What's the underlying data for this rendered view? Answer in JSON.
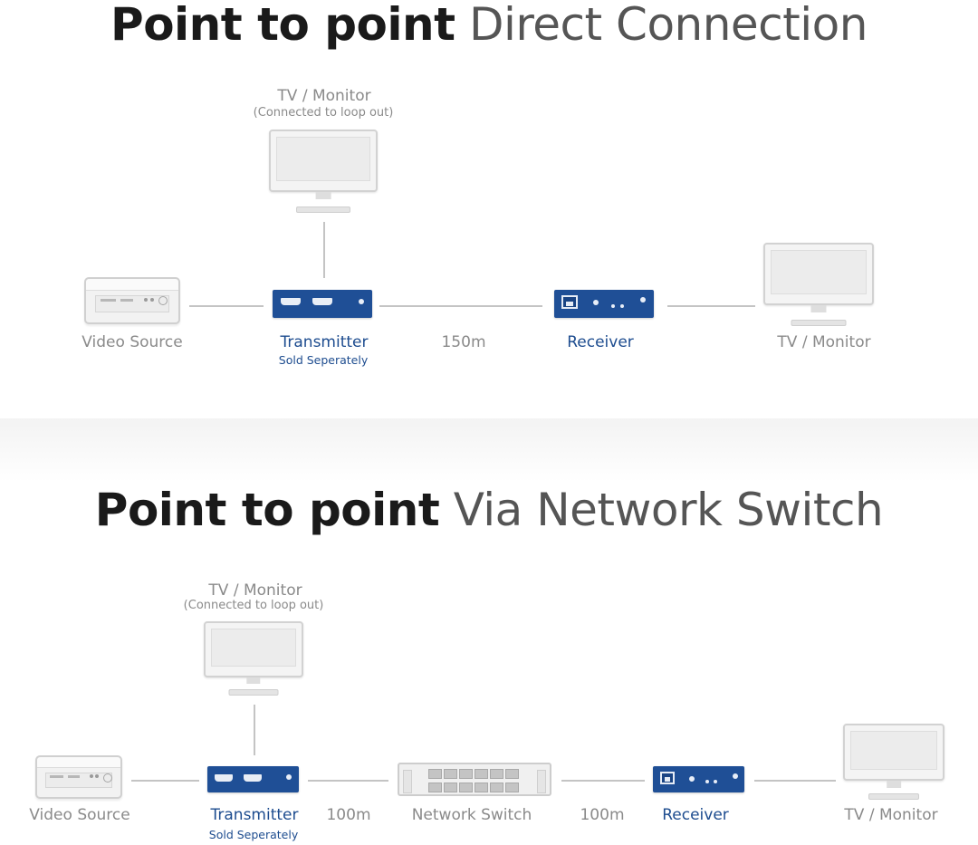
{
  "section1": {
    "title_bold": "Point to point",
    "title_light": "Direct Connection",
    "loop_monitor_label": "TV / Monitor",
    "loop_monitor_note": "(Connected to loop out)",
    "source_label": "Video Source",
    "transmitter_label": "Transmitter",
    "transmitter_sub": "Sold Seperately",
    "distance_label": "150m",
    "receiver_label": "Receiver",
    "display_label": "TV / Monitor"
  },
  "section2": {
    "title_bold": "Point to point",
    "title_light": "Via Network Switch",
    "loop_monitor_label": "TV / Monitor",
    "loop_monitor_note": "(Connected to loop out)",
    "source_label": "Video Source",
    "transmitter_label": "Transmitter",
    "transmitter_sub": "Sold Seperately",
    "distance1_label": "100m",
    "switch_label": "Network Switch",
    "distance2_label": "100m",
    "receiver_label": "Receiver",
    "display_label": "TV / Monitor"
  },
  "colors": {
    "device_blue": "#1f4f96",
    "label_blue": "#1d4c8f",
    "label_gray": "#8a8a8a",
    "title_dark": "#1a1a1a"
  },
  "icons": [
    "monitor-icon",
    "video-source-icon",
    "transmitter-icon",
    "receiver-icon",
    "network-switch-icon"
  ]
}
